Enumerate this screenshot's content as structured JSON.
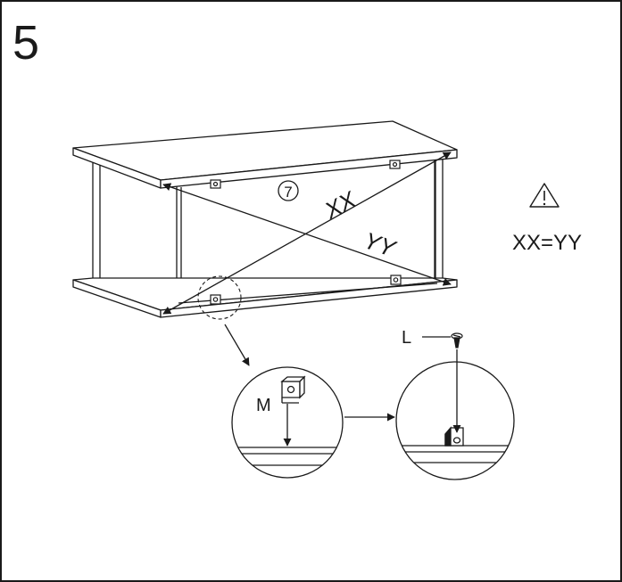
{
  "step": {
    "number": "5"
  },
  "panel": {
    "number": "7"
  },
  "diagonals": {
    "first": "XX",
    "second": "YY"
  },
  "warning": {
    "icon": "warning-triangle-icon",
    "equation": "XX=YY"
  },
  "parts": {
    "bracket": "M",
    "screw": "L"
  },
  "colors": {
    "line": "#1a1a1a",
    "background": "#ffffff"
  }
}
